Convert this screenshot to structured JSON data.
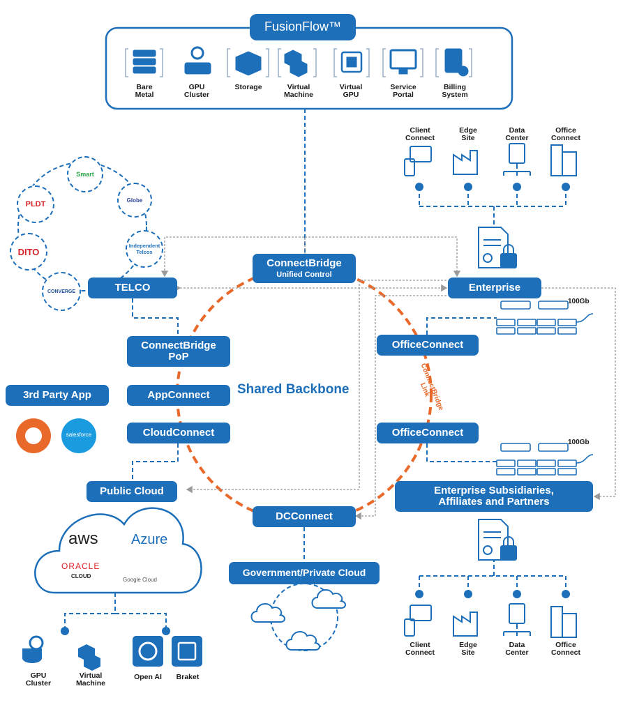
{
  "fusionflow": {
    "title": "FusionFlow™",
    "items": [
      {
        "label_1": "Bare",
        "label_2": "Metal",
        "icon": "server-rack-icon"
      },
      {
        "label_1": "GPU",
        "label_2": "Cluster",
        "icon": "gpu-cluster-icon"
      },
      {
        "label_1": "Storage",
        "label_2": "",
        "icon": "storage-box-icon"
      },
      {
        "label_1": "Virtual",
        "label_2": "Machine",
        "icon": "cubes-icon"
      },
      {
        "label_1": "Virtual",
        "label_2": "GPU",
        "icon": "chip-icon"
      },
      {
        "label_1": "Service",
        "label_2": "Portal",
        "icon": "monitor-icon"
      },
      {
        "label_1": "Billing",
        "label_2": "System",
        "icon": "billing-doc-icon"
      }
    ]
  },
  "sites_top": [
    {
      "label_1": "Client",
      "label_2": "Connect",
      "icon": "devices-icon"
    },
    {
      "label_1": "Edge",
      "label_2": "Site",
      "icon": "factory-icon"
    },
    {
      "label_1": "Data",
      "label_2": "Center",
      "icon": "datacenter-icon"
    },
    {
      "label_1": "Office",
      "label_2": "Connect",
      "icon": "building-icon"
    }
  ],
  "sites_bottom": [
    {
      "label_1": "Client",
      "label_2": "Connect",
      "icon": "devices-icon"
    },
    {
      "label_1": "Edge",
      "label_2": "Site",
      "icon": "factory-icon"
    },
    {
      "label_1": "Data",
      "label_2": "Center",
      "icon": "datacenter-icon"
    },
    {
      "label_1": "Office",
      "label_2": "Connect",
      "icon": "building-icon"
    }
  ],
  "telcos": [
    "Smart",
    "Globe",
    "Independent Telcos",
    "CONVERGE",
    "DITO",
    "PLDT"
  ],
  "nodes": {
    "telco": "TELCO",
    "connectbridge": "ConnectBridge",
    "connectbridge_sub": "Unified Control",
    "enterprise": "Enterprise",
    "pop_1": "ConnectBridge",
    "pop_2": "PoP",
    "appconnect": "AppConnect",
    "cloudconnect": "CloudConnect",
    "officeconnect_1": "OfficeConnect",
    "officeconnect_2": "OfficeConnect",
    "third_party": "3rd Party App",
    "public_cloud": "Public Cloud",
    "dcconnect": "DCConnect",
    "gov_cloud": "Government/Private Cloud",
    "subsidiaries_1": "Enterprise Subsidiaries,",
    "subsidiaries_2": "Affiliates and Partners"
  },
  "backbone_label": "Shared Backbone",
  "link_label_1": "ConnectBridge",
  "link_label_2": "Link",
  "bandwidth_1": "100Gb",
  "bandwidth_2": "100Gb",
  "third_party_apps": [
    "",
    "salesforce"
  ],
  "cloud_providers": [
    "aws",
    "Azure",
    "ORACLE",
    "CLOUD",
    "Google Cloud"
  ],
  "bottom_items": [
    {
      "label_1": "GPU",
      "label_2": "Cluster",
      "icon": "gpu-cluster-icon"
    },
    {
      "label_1": "Virtual",
      "label_2": "Machine",
      "icon": "cubes-icon"
    },
    {
      "label_1": "Open AI",
      "label_2": "",
      "icon": "openai-icon"
    },
    {
      "label_1": "Braket",
      "label_2": "",
      "icon": "braket-icon"
    }
  ],
  "colors": {
    "primary": "#1d6fba",
    "accent": "#e8692a",
    "connector": "#9a9a9a"
  }
}
